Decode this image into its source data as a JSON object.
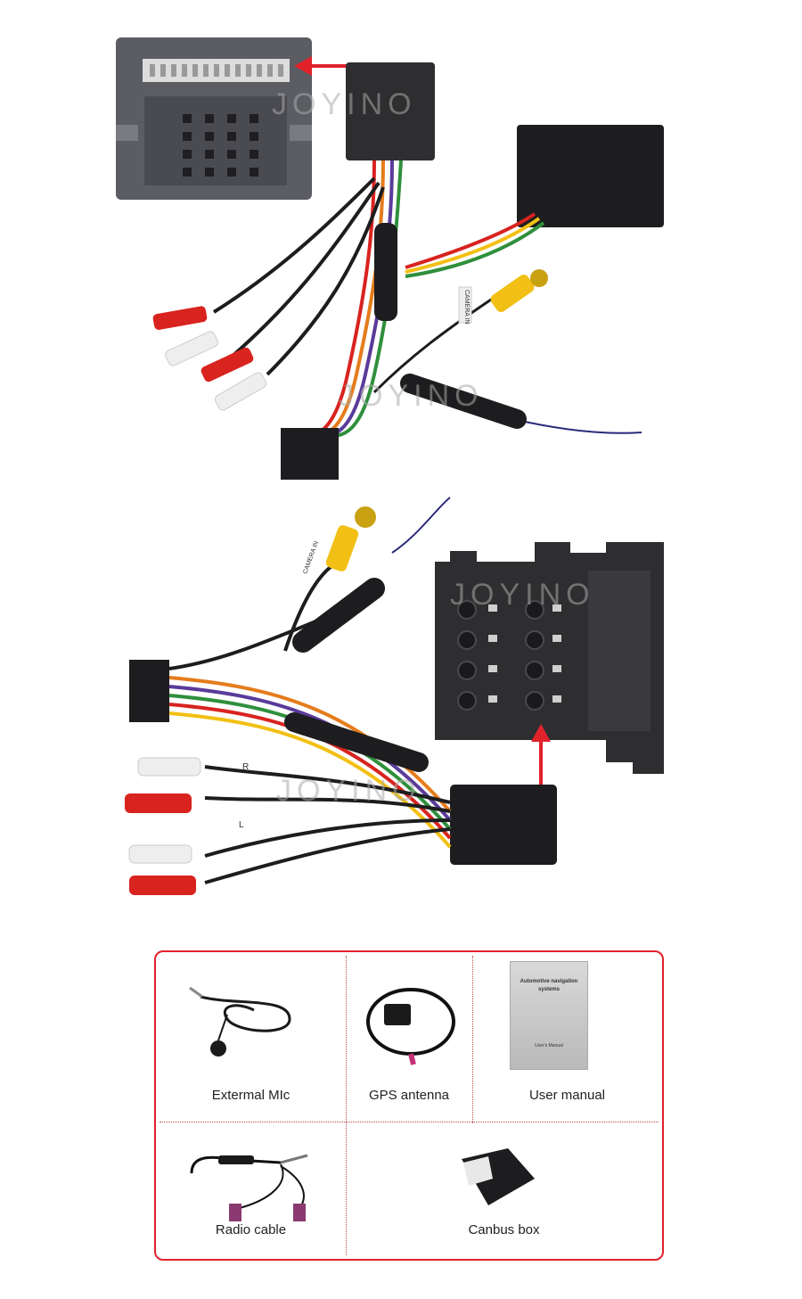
{
  "watermark": "JOYINO",
  "top_photo": {
    "sticker_camera": "CAMERA IN"
  },
  "bottom_photo": {
    "sticker_camera": "CAMERA IN",
    "sticker_r": "R",
    "sticker_l": "L"
  },
  "accessories": {
    "items": [
      {
        "label": "Extermal MIc",
        "icon": "microphone-icon"
      },
      {
        "label": "GPS antenna",
        "icon": "gps-antenna-icon"
      },
      {
        "label": "User manual",
        "icon": "manual-icon"
      },
      {
        "label": "Radio cable",
        "icon": "radio-cable-icon"
      },
      {
        "label": "Canbus box",
        "icon": "canbus-box-icon"
      }
    ],
    "manual_title": "Automotive navigation systems",
    "manual_subtitle": "User's Manual",
    "border_color": "#e1222a"
  },
  "colors": {
    "arrow": "#e1222a",
    "rca_red": "#d8231f",
    "rca_white": "#eeeeee",
    "rca_yellow": "#f2c014",
    "connector": "#2e2e30"
  }
}
